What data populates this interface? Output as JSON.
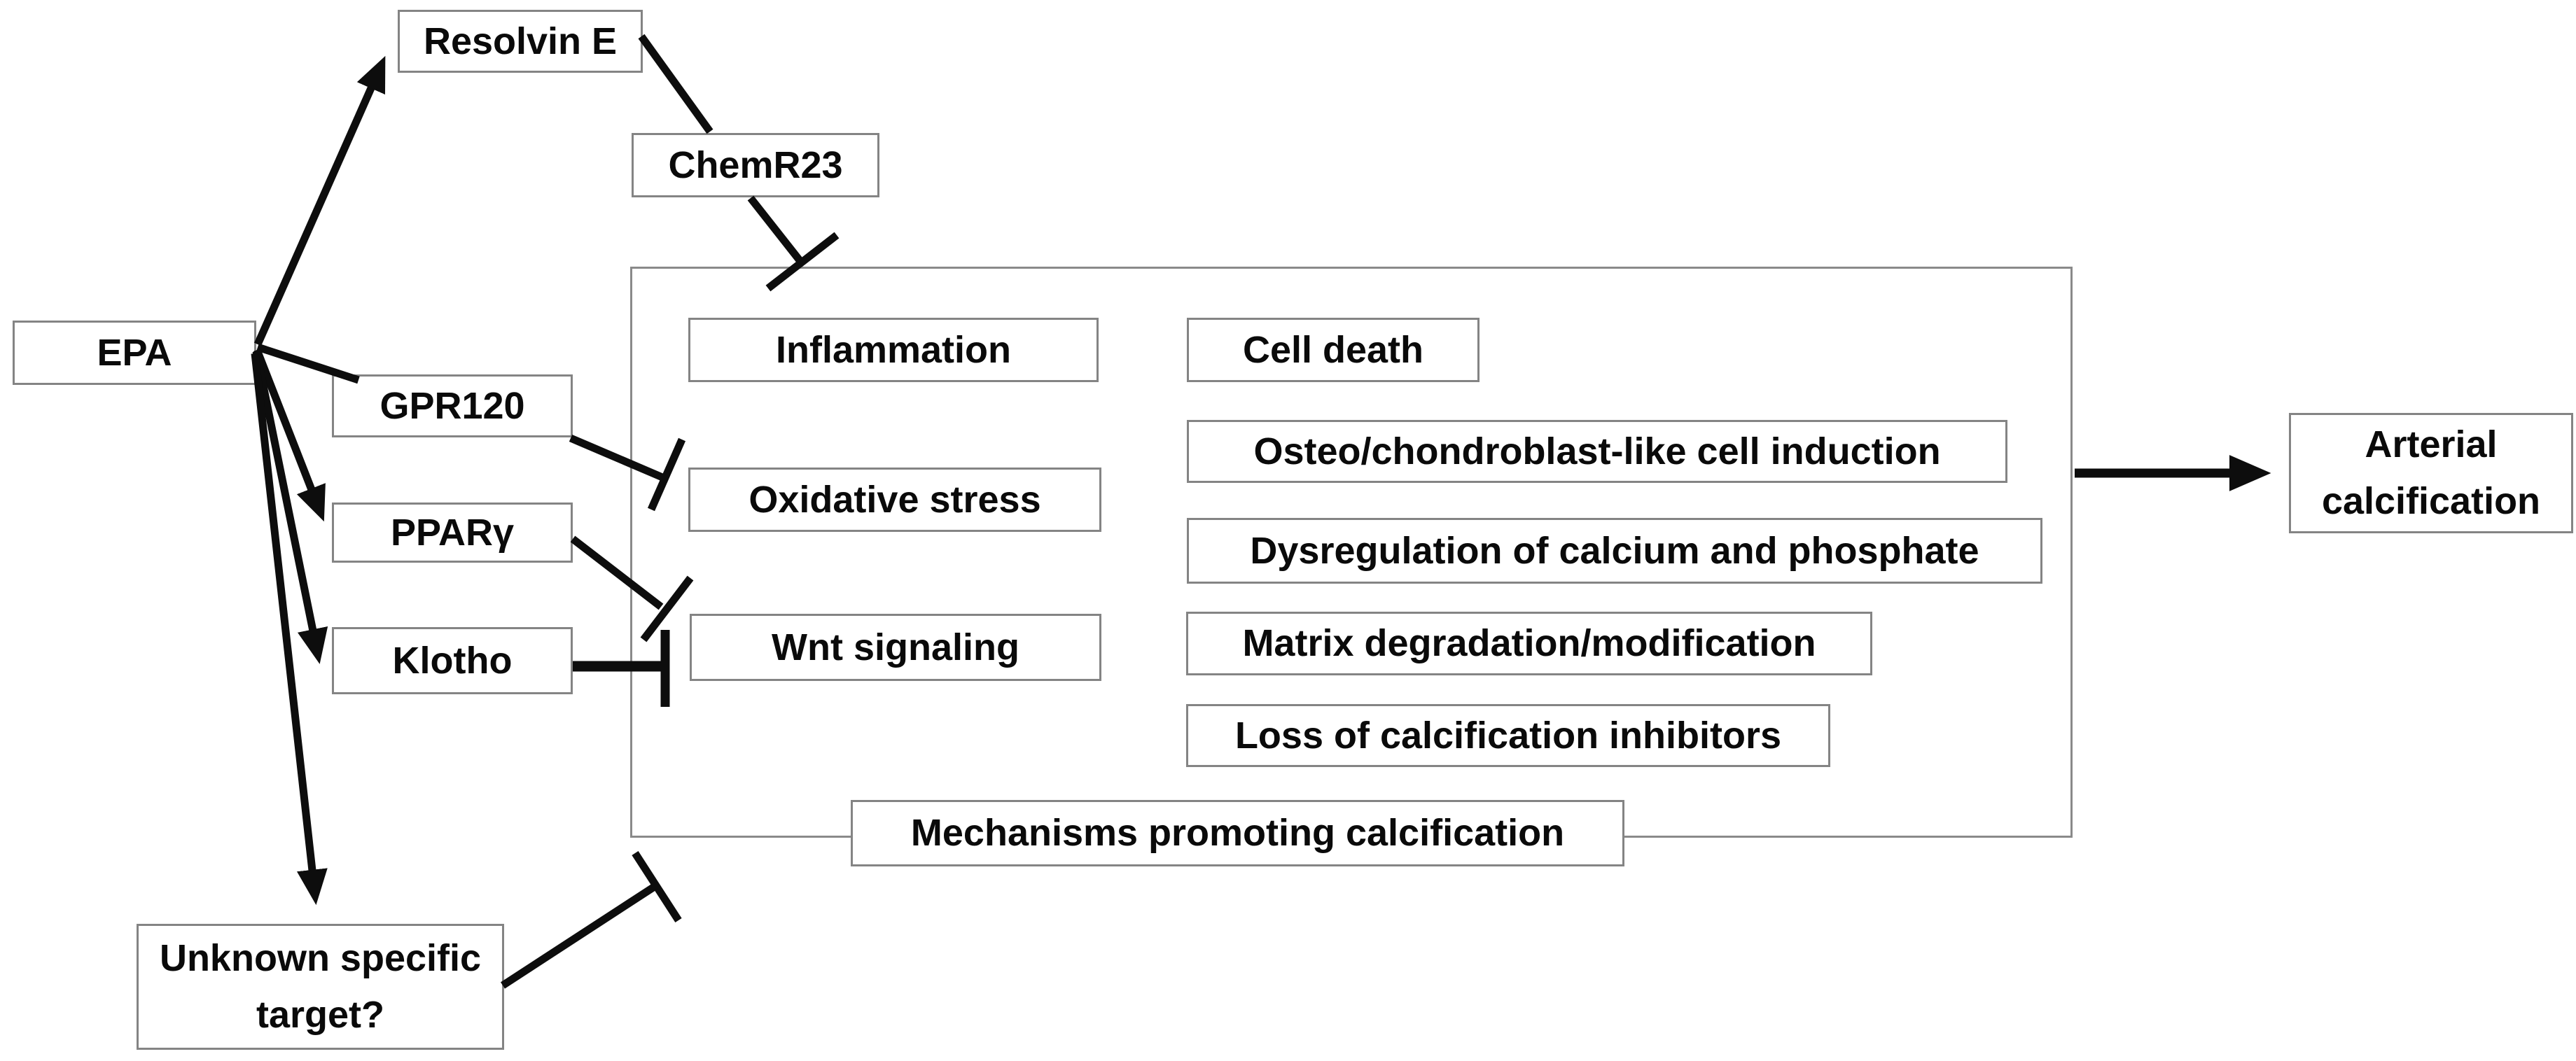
{
  "colors": {
    "background": "#ffffff",
    "box_fill": "#ffffff",
    "box_border": "#848484",
    "line": "#0d0d0d",
    "text": "#0a0a0a"
  },
  "nodes": {
    "epa": {
      "label": "EPA"
    },
    "resolvin_e": {
      "label": "Resolvin E"
    },
    "chemr23": {
      "label": "ChemR23"
    },
    "gpr120": {
      "label": "GPR120"
    },
    "pparg": {
      "label": "PPARγ"
    },
    "klotho": {
      "label": "Klotho"
    },
    "unknown_target": {
      "label": "Unknown specific target?"
    },
    "inflammation": {
      "label": "Inflammation"
    },
    "oxidative_stress": {
      "label": "Oxidative stress"
    },
    "wnt_signaling": {
      "label": "Wnt signaling"
    },
    "cell_death": {
      "label": "Cell death"
    },
    "osteo_induction": {
      "label": "Osteo/chondroblast-like cell induction"
    },
    "dysregulation": {
      "label": "Dysregulation of calcium and phosphate"
    },
    "matrix_degradation": {
      "label": "Matrix degradation/modification"
    },
    "loss_inhibitors": {
      "label": "Loss of calcification inhibitors"
    },
    "mechanisms": {
      "label": "Mechanisms promoting calcification"
    },
    "arterial_calcification": {
      "label": "Arterial calcification"
    }
  },
  "edges": [
    {
      "from": "EPA",
      "to": "Resolvin E",
      "type": "arrow"
    },
    {
      "from": "Resolvin E",
      "to": "ChemR23",
      "type": "line"
    },
    {
      "from": "ChemR23",
      "to": "Mechanisms promoting calcification",
      "type": "inhibition"
    },
    {
      "from": "EPA",
      "to": "GPR120",
      "type": "line"
    },
    {
      "from": "GPR120",
      "to": "Oxidative stress",
      "type": "inhibition"
    },
    {
      "from": "EPA",
      "to": "PPARγ",
      "type": "arrow"
    },
    {
      "from": "PPARγ",
      "to": "Wnt signaling",
      "type": "inhibition"
    },
    {
      "from": "EPA",
      "to": "Klotho",
      "type": "arrow"
    },
    {
      "from": "Klotho",
      "to": "Wnt signaling",
      "type": "inhibition"
    },
    {
      "from": "EPA",
      "to": "Unknown specific target?",
      "type": "arrow"
    },
    {
      "from": "Unknown specific target?",
      "to": "Mechanisms promoting calcification",
      "type": "inhibition"
    },
    {
      "from": "Mechanisms promoting calcification",
      "to": "Arterial calcification",
      "type": "arrow"
    }
  ]
}
